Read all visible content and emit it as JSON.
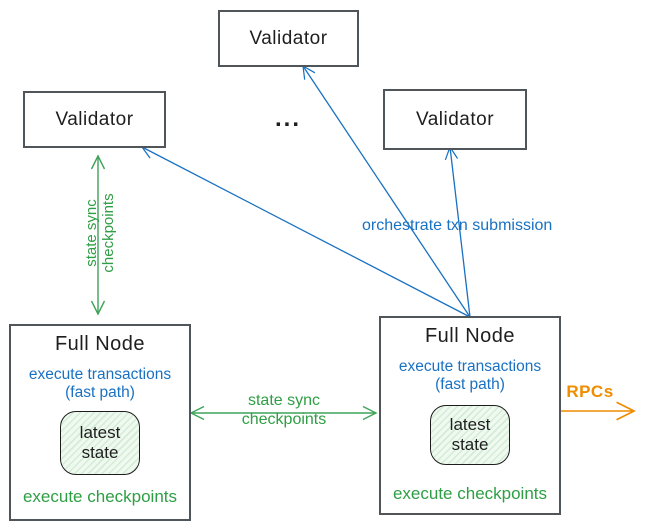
{
  "diagram": {
    "validators": {
      "top": {
        "label": "Validator"
      },
      "left": {
        "label": "Validator"
      },
      "right": {
        "label": "Validator"
      },
      "ellipsis": "..."
    },
    "full_nodes": {
      "left": {
        "title": "Full Node",
        "exec_line1": "execute transactions",
        "exec_line2": "(fast path)",
        "state": "latest state",
        "footer": "execute checkpoints"
      },
      "right": {
        "title": "Full Node",
        "exec_line1": "execute transactions",
        "exec_line2": "(fast path)",
        "state": "latest state",
        "footer": "execute checkpoints"
      }
    },
    "connections": {
      "state_sync_vertical": {
        "line1": "state sync",
        "line2": "checkpoints"
      },
      "state_sync_horizontal": {
        "line1": "state sync",
        "line2": "checkpoints"
      },
      "orchestrate": "orchestrate txn submission",
      "rpcs": "RPCs"
    }
  },
  "colors": {
    "blue": "#1971c2",
    "green": "#2f9e44",
    "green_arrow": "#3fa35a",
    "orange": "#f08c00",
    "border": "#50555a",
    "ink": "#1e1e1e",
    "state_bg": "#f0f9f0",
    "state_hatch": "#d2ecd6"
  }
}
